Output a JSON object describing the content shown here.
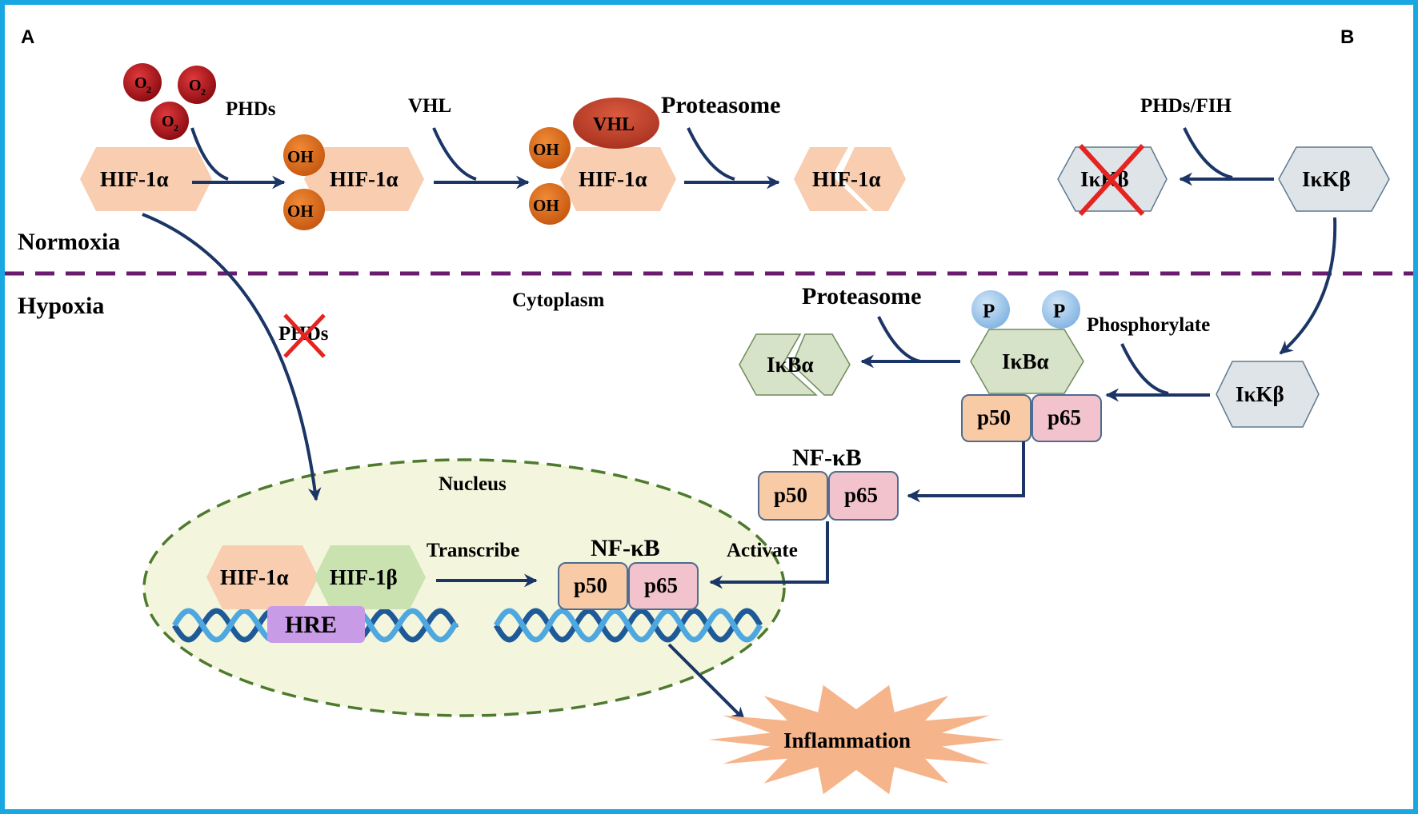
{
  "panels": {
    "a": "A",
    "b": "B"
  },
  "regions": {
    "normoxia": "Normoxia",
    "hypoxia": "Hypoxia",
    "cytoplasm": "Cytoplasm",
    "nucleus": "Nucleus"
  },
  "normoxia_pathway": {
    "oxygen_label": "O",
    "oxygen_subscript": "2",
    "phds": "PHDs",
    "hif1a": "HIF-1α",
    "hydroxyl": "OH",
    "vhl_arrow": "VHL",
    "vhl_cap": "VHL",
    "proteasome": "Proteasome"
  },
  "hypoxia_pathway": {
    "phds_inhibited": "PHDs",
    "hif1a": "HIF-1α",
    "hif1b": "HIF-1β",
    "hre": "HRE",
    "transcribe": "Transcribe",
    "activate": "Activate",
    "inflammation": "Inflammation"
  },
  "nfkb_pathway": {
    "phds_fih": "PHDs/FIH",
    "ikkb": "IκKβ",
    "proteasome": "Proteasome",
    "phospho": "P",
    "phosphorylate": "Phosphorylate",
    "ikba": "IκBα",
    "p50": "p50",
    "p65": "p65",
    "nfkb": "NF-κB"
  },
  "colors": {
    "frame": "#1aa7e1",
    "arrow": "#1b3566",
    "divider": "#6a1b6f",
    "hif1a_fill": "#f8cdb0",
    "hif1b_fill": "#c9e2b0",
    "hre_fill": "#c79be6",
    "ikkb_fill": "#dfe4e8",
    "ikba_fill": "#d7e3c8",
    "p50_fill": "#f8caa6",
    "p65_fill": "#f2c3cc",
    "oh_fill": "#e0701e",
    "o2_fill": "#b0141a",
    "vhl_fill": "#c2452d",
    "nucleus_fill": "#f3f6dc",
    "nucleus_border": "#4e7a2e",
    "inflammation_fill": "#f6b48a",
    "phospho_fill": "#a9cdee",
    "inhibit_cross": "#e52421",
    "dna_dark": "#1e5a98",
    "dna_light": "#4fa7df"
  }
}
